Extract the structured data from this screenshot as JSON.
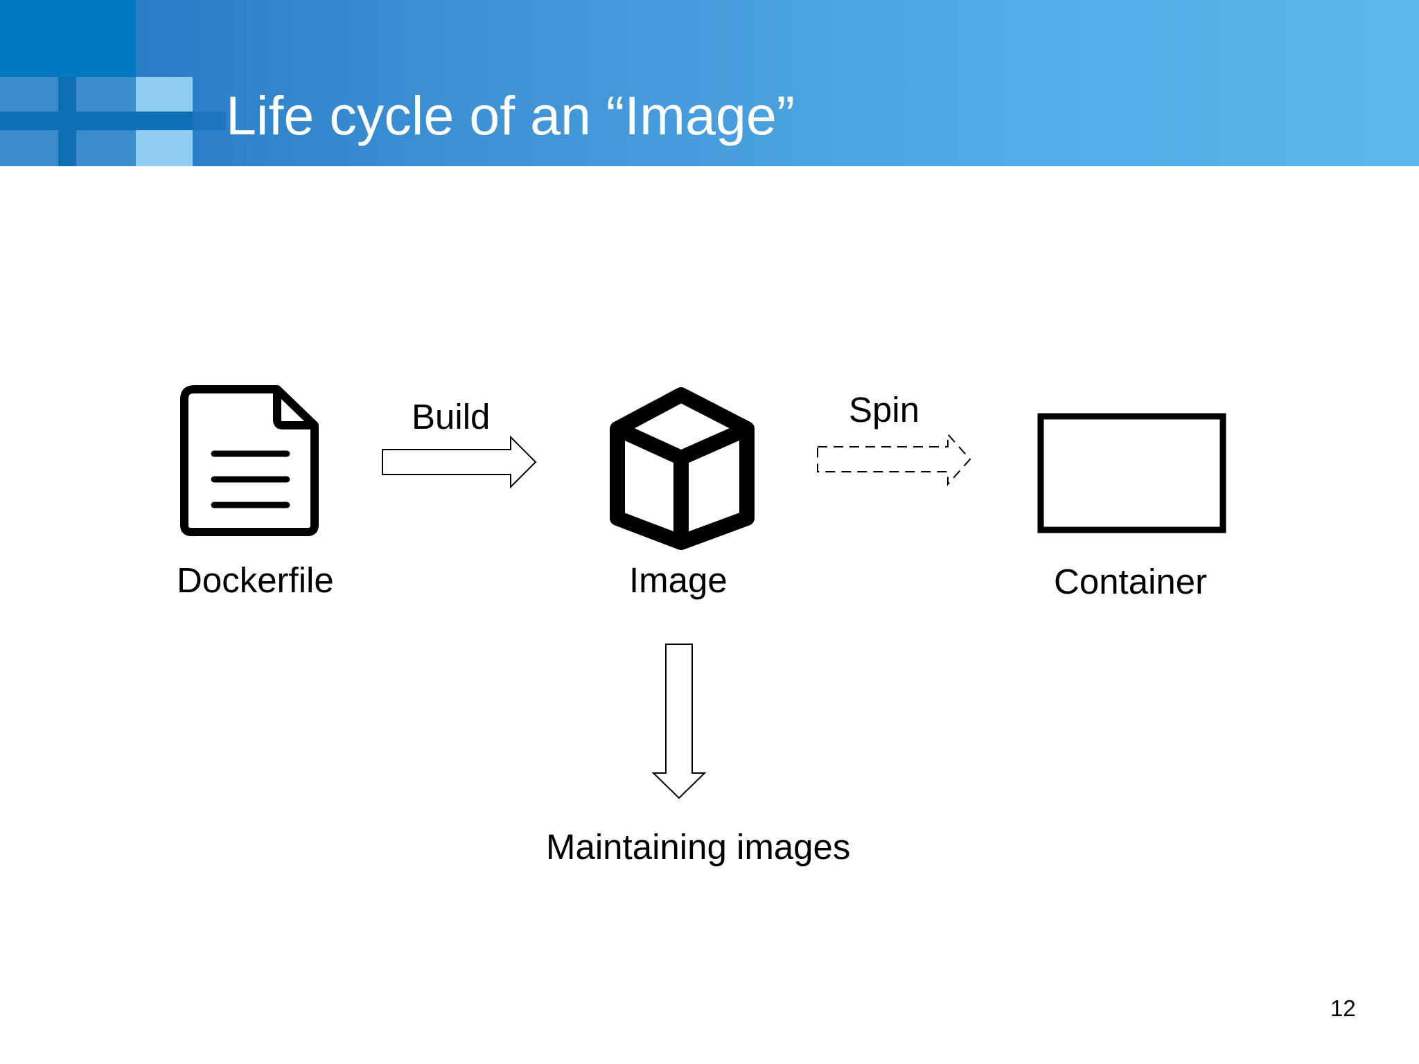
{
  "slide": {
    "title": "Life cycle of an “Image”",
    "number": "12"
  },
  "header": {
    "gradient_colors": [
      "#1f74c0",
      "#3f93d6",
      "#5bb7ec"
    ],
    "square_colors": [
      "#0079c1",
      "#3c8ccd",
      "#8ecdf1"
    ]
  },
  "diagram": {
    "nodes": {
      "dockerfile": {
        "label": "Dockerfile",
        "icon": "document-icon"
      },
      "image": {
        "label": "Image",
        "icon": "cube-icon"
      },
      "container": {
        "label": "Container",
        "icon": "rectangle-icon"
      },
      "maintaining": {
        "label": "Maintaining images"
      }
    },
    "edges": {
      "build": {
        "label": "Build",
        "style": "solid"
      },
      "spin": {
        "label": "Spin",
        "style": "dashed"
      },
      "maintain": {
        "label": "",
        "style": "solid"
      }
    }
  }
}
